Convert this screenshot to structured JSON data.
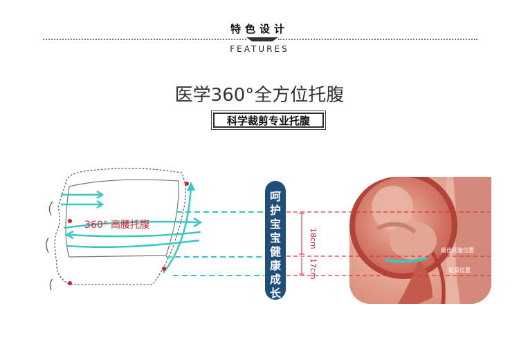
{
  "header": {
    "title": "特色设计",
    "subtitle": "FEATURES"
  },
  "main": {
    "title": "医学360°全方位托腹",
    "badge": "科学裁剪专业托腹"
  },
  "diagram": {
    "belly_label": "360° 高腰托腹",
    "pill_text": "呵\n护\n宝\n宝\n健\n康\n成\n长",
    "measure_1": "18cm",
    "measure_2": "17cm",
    "photo_label_1": "最佳托腹位置",
    "photo_label_2": "耻骨位置",
    "colors": {
      "cyan": "#35c6c6",
      "red_dash": "#e0303a",
      "pill_navy": "#1f4e7a",
      "dots": "#cc1f25"
    }
  }
}
